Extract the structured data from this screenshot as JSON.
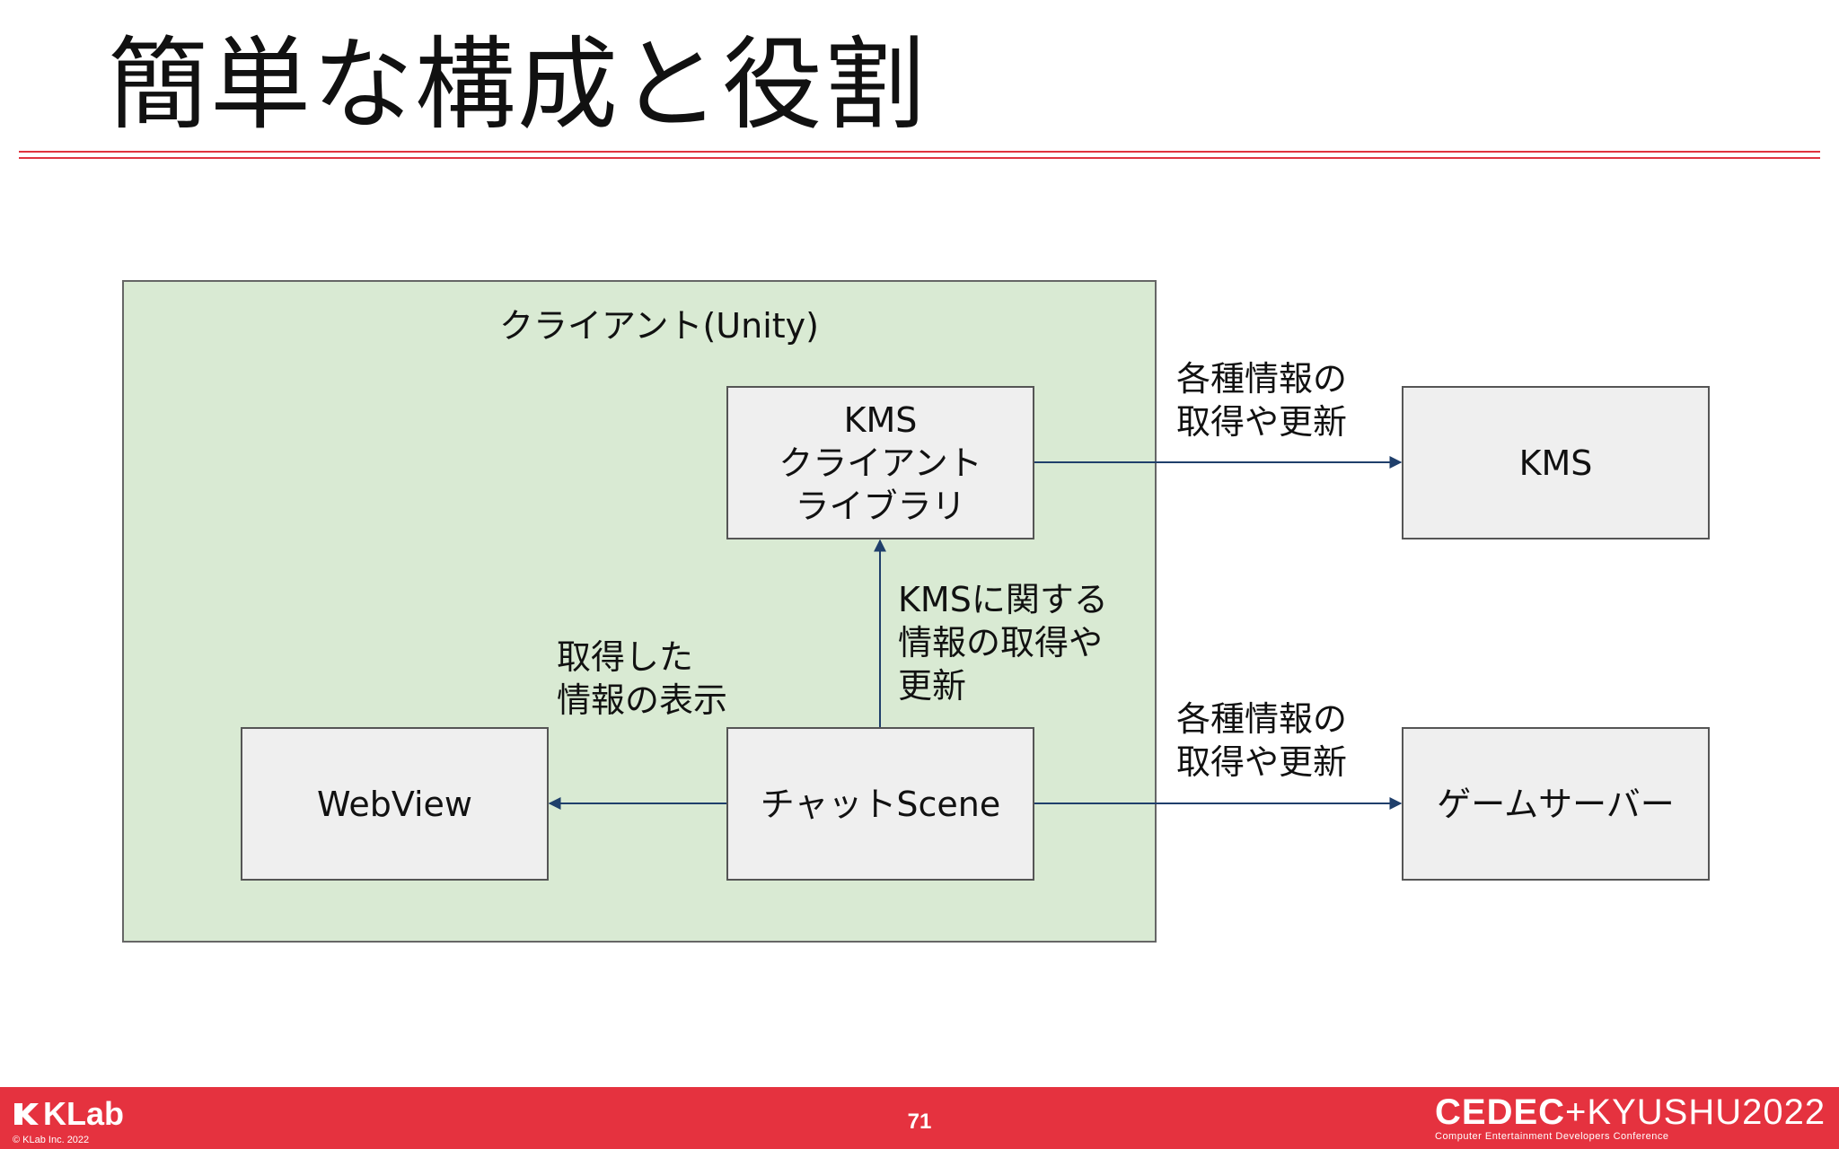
{
  "slide": {
    "title": "簡単な構成と役割",
    "page_number": "71"
  },
  "diagram": {
    "client_group_label": "クライアント(Unity)",
    "nodes": {
      "kms_client_library": "KMS\nクライアント\nライブラリ",
      "kms": "KMS",
      "webview": "WebView",
      "chat_scene": "チャットScene",
      "game_server": "ゲームサーバー"
    },
    "edge_labels": {
      "library_to_kms": "各種情報の\n取得や更新",
      "chat_to_library": "KMSに関する\n情報の取得や\n更新",
      "chat_to_webview": "取得した\n情報の表示",
      "chat_to_gameserver": "各種情報の\n取得や更新"
    },
    "colors": {
      "client_group_fill": "#d9ead3",
      "node_fill": "#efefef",
      "arrow": "#1f3f6b"
    }
  },
  "footer": {
    "logo_text": "KLab",
    "copyright": "© KLab Inc. 2022",
    "event_name_bold": "CEDEC",
    "event_name_rest": "+KYUSHU2022",
    "event_subtitle": "Computer Entertainment Developers Conference",
    "bar_color": "#e5323f"
  }
}
